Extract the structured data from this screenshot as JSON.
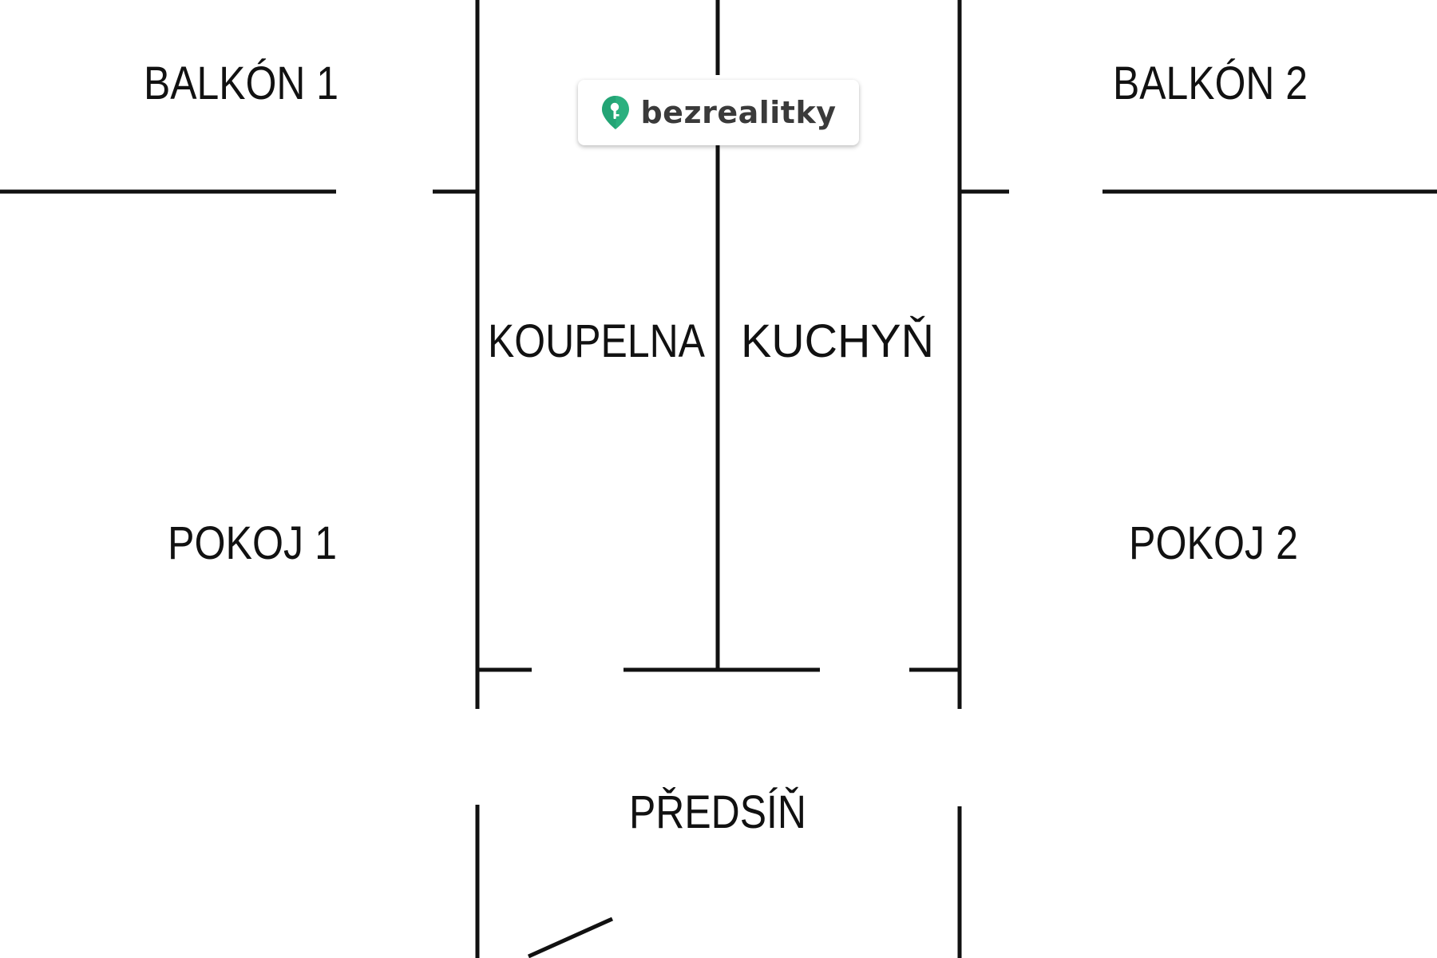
{
  "rooms": {
    "balkon1": "BALKÓN 1",
    "balkon2": "BALKÓN 2",
    "koupelna": "KOUPELNA",
    "kuchyn": "KUCHYŇ",
    "pokoj1": "POKOJ 1",
    "pokoj2": "POKOJ 2",
    "predsin": "PŘEDSÍŇ"
  },
  "logo": {
    "text": "bezrealitky",
    "icon": "location-pin-key-icon",
    "color": "#2bb07f"
  },
  "colors": {
    "wall": "#111111",
    "background": "#ffffff"
  }
}
